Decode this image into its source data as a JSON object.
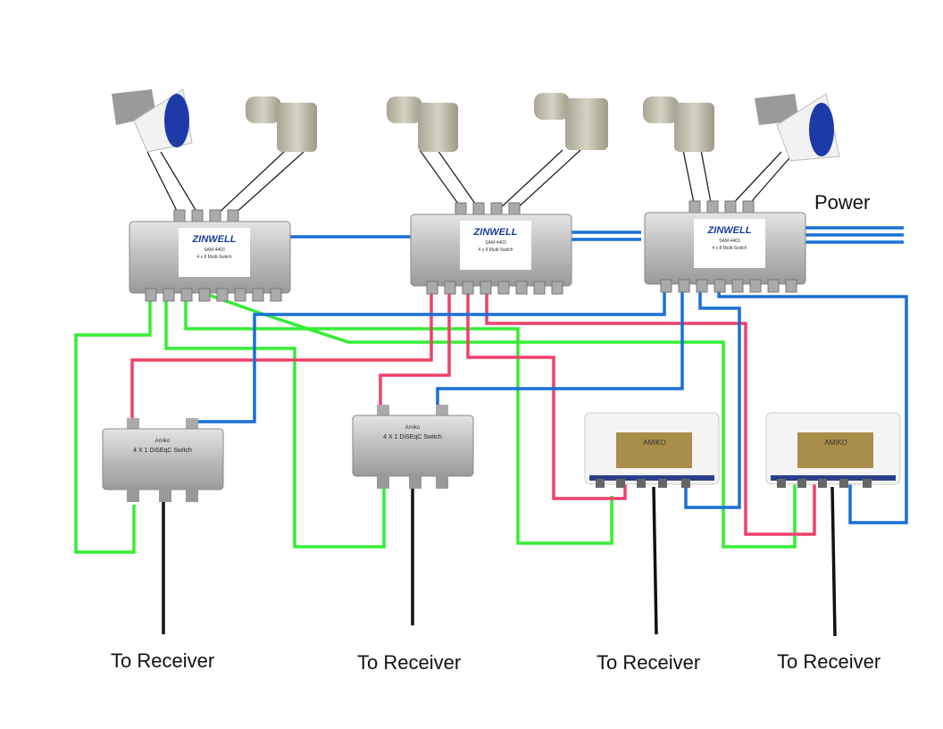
{
  "labels": {
    "power": "Power",
    "receivers": [
      "To Receiver",
      "To Receiver",
      "To Receiver",
      "To Receiver"
    ]
  },
  "multiswitch": {
    "brand": "ZINWELL",
    "model": "SAM-4403",
    "type": "4 x 8 Multi-Switch"
  },
  "diseqc_switch": {
    "brand": "Amiko",
    "title": "4 X 1 DiSEqC Switch"
  },
  "amiko_switch": {
    "brand": "AMIKO"
  },
  "colors": {
    "green": "#33ee33",
    "red": "#f0406a",
    "blue": "#1a6fd6",
    "black": "#111111",
    "device": "#c8c8c8"
  }
}
